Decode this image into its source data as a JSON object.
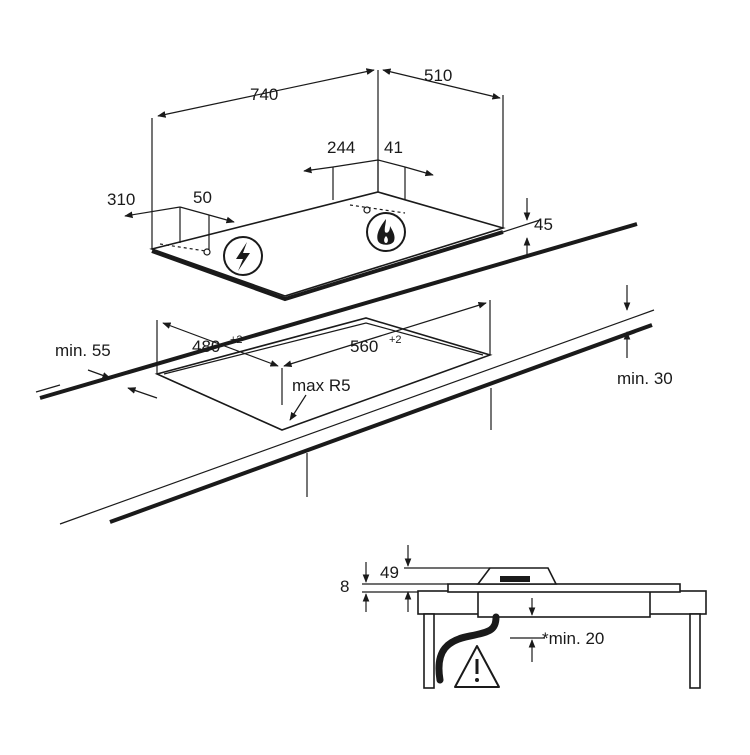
{
  "dimensions": {
    "width": "740",
    "depth": "510",
    "gas_inlet_x": "244",
    "gas_inlet_y": "41",
    "elec_x": "310",
    "elec_y": "50",
    "height": "45",
    "cutout_depth": "480",
    "cutout_depth_tol": "+2",
    "cutout_width": "560",
    "cutout_width_tol": "+2",
    "min_front": "min. 55",
    "min_back": "min. 30",
    "radius": "max R5",
    "side_total": "49",
    "side_lip": "8",
    "clearance": "*min. 20"
  },
  "icons": [
    "electric-connection-icon",
    "gas-flame-icon",
    "warning-triangle-icon"
  ],
  "colors": {
    "line": "#1a1a1a",
    "background": "#ffffff"
  }
}
